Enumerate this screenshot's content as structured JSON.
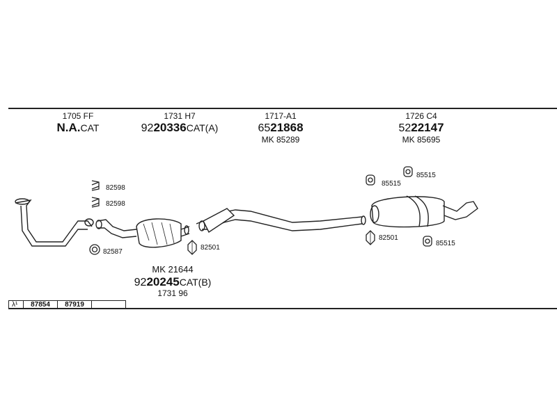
{
  "groups": [
    {
      "ref": "1705 FF",
      "prefix": "",
      "main": "N.A.",
      "suffix": "CAT",
      "mk": ""
    },
    {
      "ref": "1731 H7",
      "prefix": "92",
      "main": "20336",
      "suffix": "CAT(A)",
      "mk": ""
    },
    {
      "ref": "1717-A1",
      "prefix": "65",
      "main": "21868",
      "suffix": "",
      "mk": "MK  85289"
    },
    {
      "ref": "1726 C4",
      "prefix": "52",
      "main": "22147",
      "suffix": "",
      "mk": "MK  85695"
    }
  ],
  "cat_b": {
    "mk": "MK  21644",
    "prefix": "92",
    "main": "20245",
    "suffix": "CAT(B)",
    "ref": "1731 96"
  },
  "parts": {
    "p82598a": "82598",
    "p82598b": "82598",
    "p82587": "82587",
    "p82501a": "82501",
    "p82501b": "82501",
    "p85515a": "85515",
    "p85515b": "85515",
    "p85515c": "85515"
  },
  "table": {
    "symbol": "λ¹",
    "cells": [
      "87854",
      "87919",
      ""
    ]
  }
}
